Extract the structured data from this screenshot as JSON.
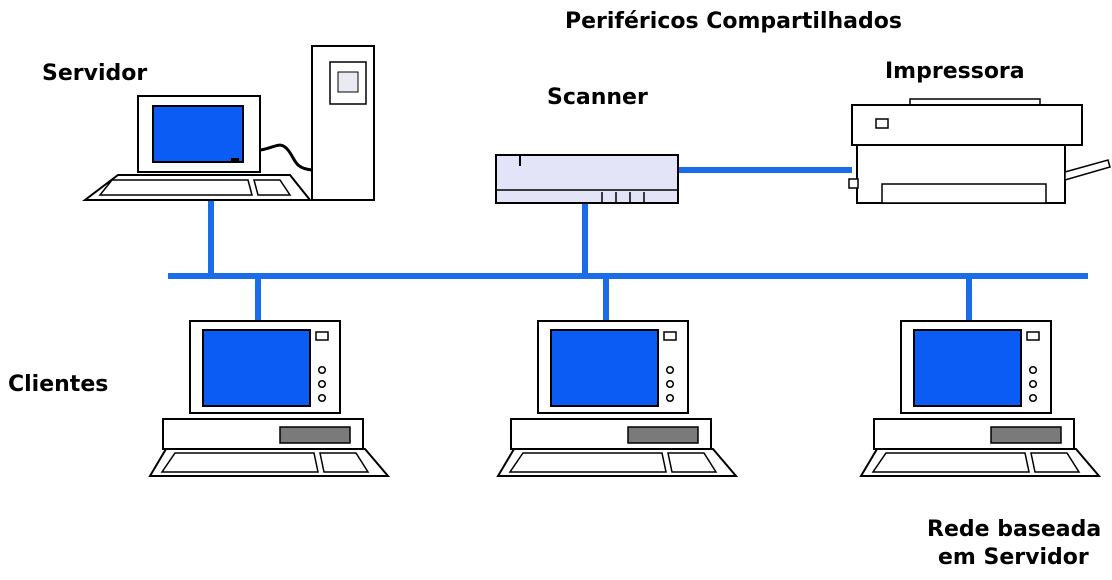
{
  "labels": {
    "shared_peripherals": "Periféricos Compartilhados",
    "server": "Servidor",
    "scanner": "Scanner",
    "printer": "Impressora",
    "clients": "Clientes",
    "caption_line1": "Rede baseada",
    "caption_line2": "em Servidor"
  },
  "colors": {
    "network_line": "#1a6ce8",
    "screen": "#0a5cf5",
    "outline": "#000000",
    "device_body": "#ffffff",
    "scanner_body": "#e4e4f8",
    "drive_slot": "#7a7a7a"
  },
  "nodes": {
    "server": {
      "icon": "server-computer-icon"
    },
    "scanner": {
      "icon": "scanner-icon"
    },
    "printer": {
      "icon": "printer-icon"
    },
    "clients": [
      {
        "icon": "client-computer-icon"
      },
      {
        "icon": "client-computer-icon"
      },
      {
        "icon": "client-computer-icon"
      }
    ]
  }
}
